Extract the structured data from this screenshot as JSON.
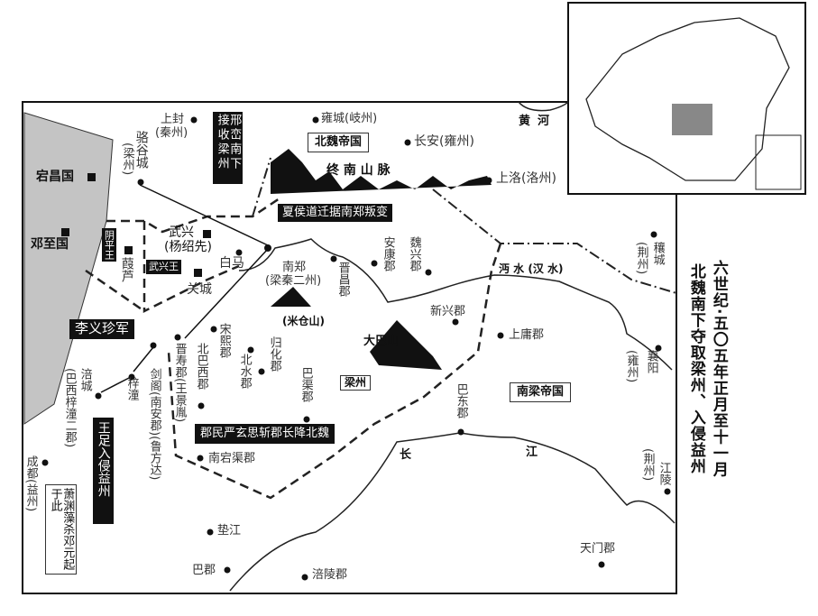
{
  "title": {
    "line1": "六世纪·五〇五年正月至十一月",
    "line2": "北魏南下夺取梁州、入侵益州"
  },
  "states": {
    "north": "北魏帝国",
    "south": "南梁帝国",
    "liangzhou": "梁州",
    "tanchang": "宕昌国",
    "dengzhi": "邓至国"
  },
  "rivers": {
    "huanghe": "黄河",
    "mian": "沔 水 (汉 水)",
    "chang": "长",
    "jiang": "江"
  },
  "mountains": {
    "zhongnan": "终 南 山 脉",
    "micang": "(米仓山)",
    "daba": "大巴山"
  },
  "callouts": {
    "xingluan": "邢峦南下接收梁州",
    "xiahou": "夏侯道迁据南郑叛变",
    "liyizhen": "李义珍军",
    "wangzu": "王足入侵益州",
    "dengmin": "郡民严玄思斩郡长降北魏",
    "xiao": "萧渊藻杀邓元起于此",
    "yinping": "阴平王",
    "wuxingwang": "武兴王"
  },
  "places": {
    "shangfeng": "上封",
    "qinzhou": "(秦州)",
    "luogu": "骆谷城",
    "luogu_sub": "(梁州)",
    "yongcheng": "雍城(岐州)",
    "changan": "长安(雍州)",
    "shangluo": "上洛(洛州)",
    "wuxing": "武兴",
    "wuxing_sub": "(杨绍先)",
    "baima": "白马",
    "guancheng": "关城",
    "jialu": "葭芦",
    "nanzheng": "南郑",
    "nanzheng_sub": "(梁秦二州)",
    "jinchang": "晋昌郡",
    "ankang": "安康郡",
    "weixing": "魏兴郡",
    "xinxing": "新兴郡",
    "shangyong": "上庸郡",
    "rangcheng": "穰城",
    "rangcheng_sub": "(荆州)",
    "xiangyang": "襄阳",
    "xiangyang_sub": "(雍州)",
    "songxi": "宋熙郡",
    "beishui": "北水郡",
    "guihua": "归化郡",
    "baqu": "巴渠郡",
    "beibaxi": "北巴西郡",
    "jinshou": "晋寿郡(王景胤)",
    "jiange": "剑阁(南安郡)(鲁方达)",
    "zitong": "梓潼",
    "fucheng": "涪城",
    "fucheng_sub": "(巴西梓潼二郡)",
    "chengdu": "成都(益州)",
    "nandangqu": "南宕渠郡",
    "dianjiang": "垫江",
    "bajun": "巴郡",
    "fuling": "涪陵郡",
    "badong": "巴东郡",
    "jiangling": "江陵",
    "jiangling_sub": "(荆州)",
    "tianmen": "天门郡"
  }
}
